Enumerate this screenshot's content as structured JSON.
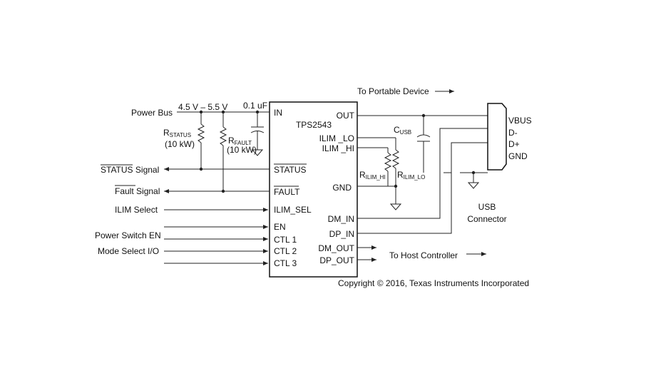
{
  "chip": {
    "name": "TPS2543",
    "left_pins": [
      "IN",
      "STATUS",
      "FAULT",
      "ILIM_SEL",
      "EN",
      "CTL 1",
      "CTL 2",
      "CTL 3"
    ],
    "right_pins": [
      "OUT",
      "ILIM _LO",
      "ILIM _HI",
      "GND",
      "DM_IN",
      "DP_IN",
      "DM_OUT",
      "DP_OUT"
    ]
  },
  "supply": {
    "power_bus": "Power Bus",
    "voltage_range": "4.5 V – 5.5 V",
    "cap_value": "0.1 uF"
  },
  "resistors": {
    "status_r": "R",
    "status_sub": "STATUS",
    "status_value": "(10 kW)",
    "fault_r": "R",
    "fault_sub": "FAULT",
    "fault_value": "(10 kW)",
    "ilim_hi_r": "R",
    "ilim_hi_sub": "ILIM_HI",
    "ilim_lo_r": "R",
    "ilim_lo_sub": "ILIM_LO"
  },
  "capacitor_usb": {
    "c": "C",
    "sub": "USB"
  },
  "signals": {
    "status": "STATUS",
    "status_suffix": " Signal",
    "fault": "Fault",
    "fault_suffix": " Signal",
    "ilim_select": "ILIM Select",
    "power_switch_en": "Power Switch EN",
    "mode_select": "Mode Select I/O"
  },
  "annotations": {
    "to_portable": "To Portable Device",
    "to_host": "To Host Controller",
    "copyright": "Copyright © 2016, Texas Instruments Incorporated"
  },
  "usb": {
    "pins": [
      "VBUS",
      "D-",
      "D+",
      "GND"
    ],
    "label_line1": "USB",
    "label_line2": "Connector"
  }
}
